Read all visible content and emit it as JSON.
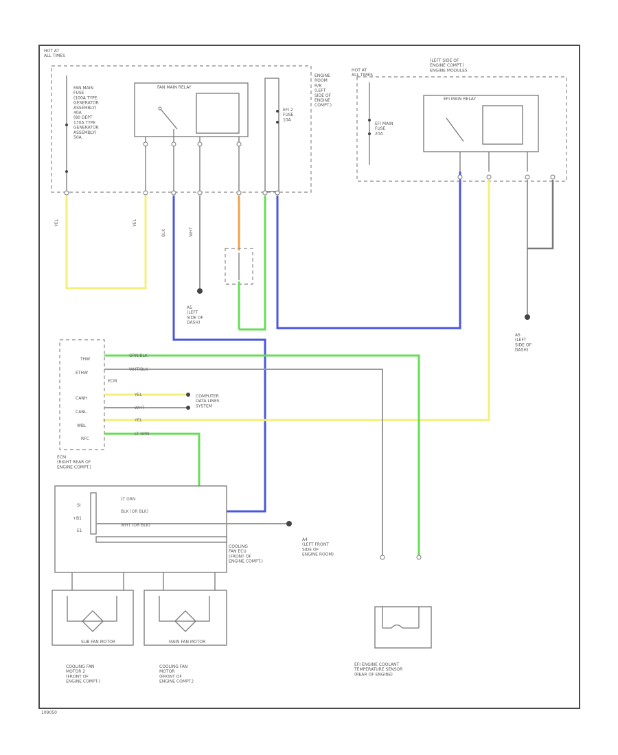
{
  "labels": {
    "hot_at_all_times": "HOT AT\nALL TIMES",
    "fan_main_fuse": "FAN MAIN\nFUSE\n(100A TYPE\nGENERATOR\nASSEMBLY)\n40A\n(80 DEPT\n130A TYPE\nGENERATOR\nASSEMBLY)\n50A",
    "fan_main_relay": "FAN MAIN RELAY",
    "engine_room_rb": "ENGINE\nROOM\nR/B\n(LEFT\nSIDE OF\nENGINE\nCOMPT.)",
    "efi2_fuse": "EFI 2\nFUSE\n10A",
    "hot_at_all_times_2": "HOT AT\nALL TIMES",
    "left_side_module": "(LEFT SIDE OF\nENGINE COMPT.)\nENGINE MODULES",
    "efi_main_relay": "EFI MAIN RELAY",
    "efi_main_fuse": "EFI MAIN\nFUSE\n20A",
    "ground_a5": "A5\n(LEFT\nSIDE OF\nDASH)",
    "ground_a5_right": "A5\n(LEFT\nSIDE OF\nDASH)",
    "ecm": "ECM",
    "computer_data": "COMPUTER\nDATA LINES\nSYSTEM",
    "ecm_right": "ECM\n(RIGHT REAR OF\nENGINE COMPT.)",
    "ground_a4": "A4\n(LEFT FRONT\nSIDE OF\nENGINE ROOM)",
    "cooling_fan_ecu": "COOLING\nFAN ECU\n(FRONT OF\nENGINE COMPT.)",
    "fan_motor_2": "COOLING FAN\nMOTOR 2\n(FRONT OF\nENGINE COMPT.)",
    "fan_motor_1": "COOLING FAN\nMOTOR\n(FRONT OF\nENGINE COMPT.)",
    "sub_fan_motor": "SUB FAN MOTOR",
    "main_fan_motor": "MAIN FAN MOTOR",
    "coolant_sensor": "EFI ENGINE COOLANT\nTEMPERATURE SENSOR\n(REAR OF ENGINE)",
    "ecm_pins_left": [
      "THW",
      "ETHW",
      "",
      "CANH",
      "CANL",
      "WBL",
      "RFC"
    ],
    "ecm_pins_right": [
      "SI",
      "+B1",
      "E1"
    ],
    "wire_yel": "YEL",
    "wire_blk": "BLK",
    "wire_wht": "WHT",
    "wire_ltgrn": "LT GRN",
    "wire_grnblk": "GRN/BLK",
    "wire_whtblk": "WHT/BLK",
    "wire_blkwht": "BLK (OR BLK)",
    "wire_whtblk2": "WHT (OR BLK)",
    "footer_code": "109050"
  }
}
